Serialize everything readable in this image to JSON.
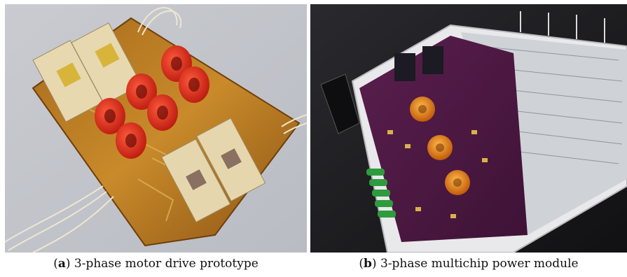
{
  "figure": {
    "panel_a": {
      "label": "a",
      "caption": "3-phase motor drive prototype"
    },
    "panel_b": {
      "label": "b",
      "caption": "3-phase multichip power module"
    }
  }
}
